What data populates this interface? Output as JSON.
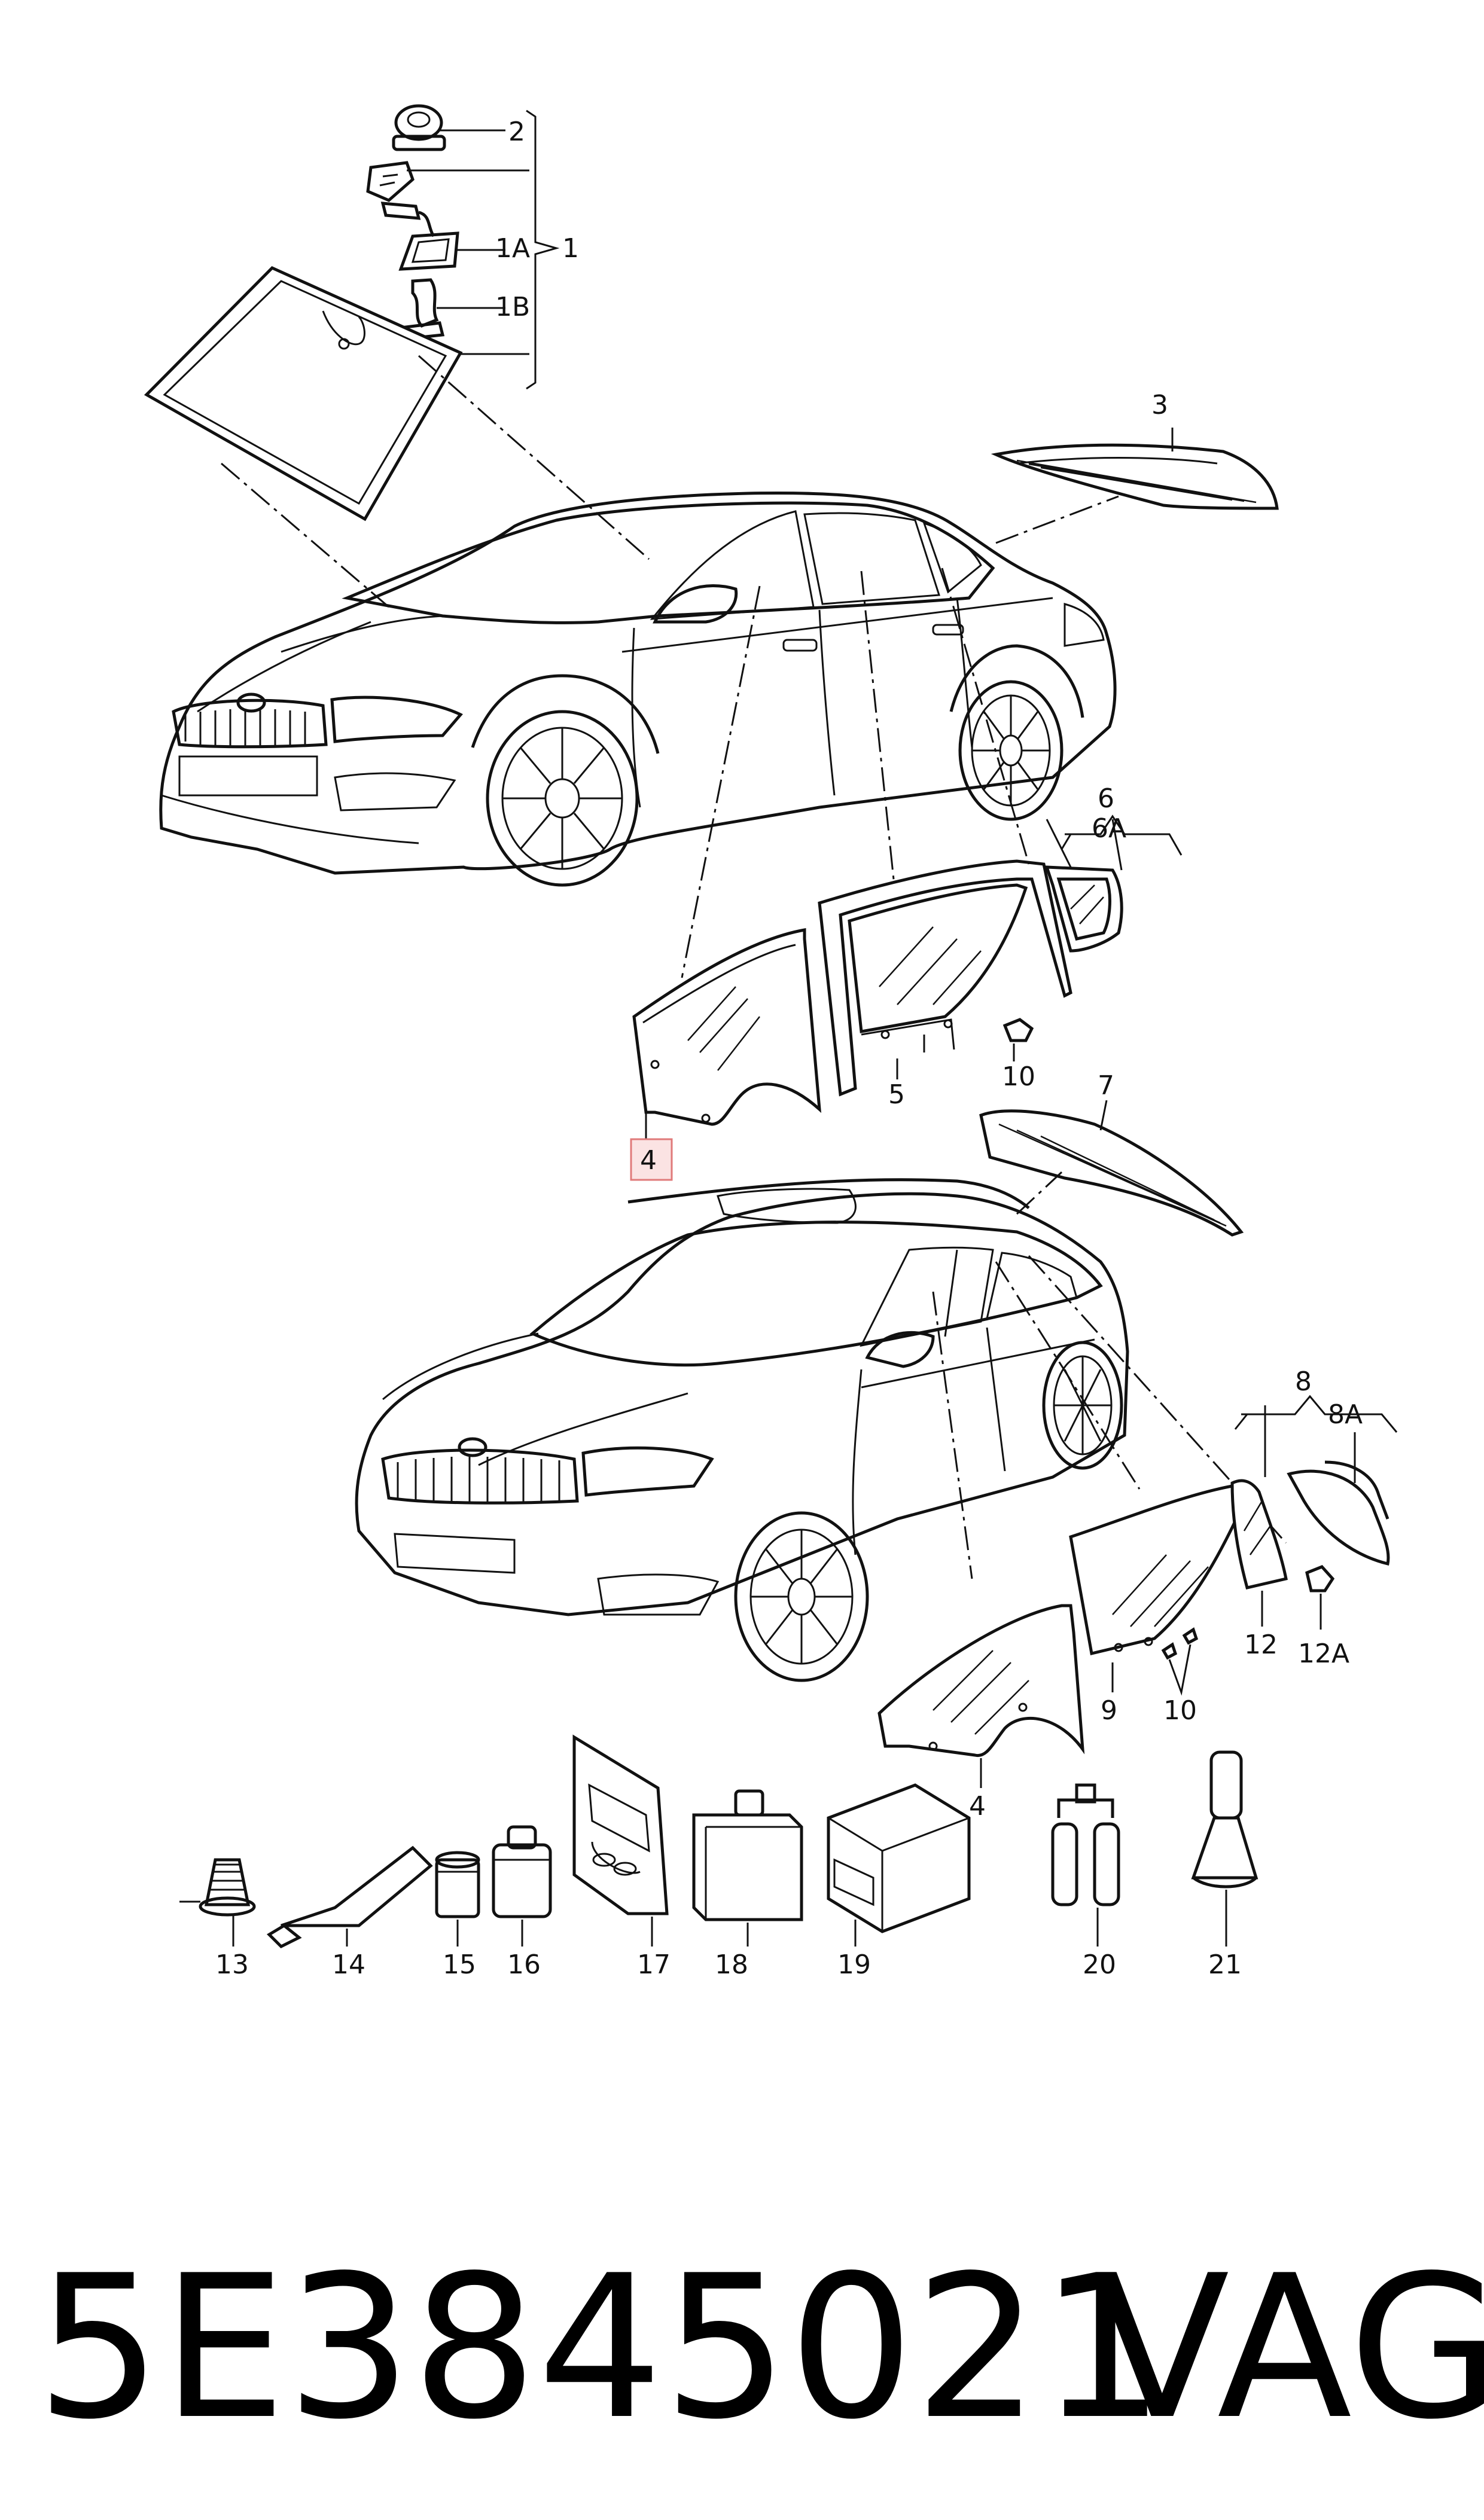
{
  "callouts": {
    "c1": "1",
    "c1A": "1A",
    "c1B": "1B",
    "c2": "2",
    "c3": "3",
    "c4_top": "4",
    "c4_bottom": "4",
    "c5": "5",
    "c6": "6",
    "c6A": "6A",
    "c7": "7",
    "c8": "8",
    "c8A": "8A",
    "c9": "9",
    "c10_top": "10",
    "c10_bottom": "10",
    "c12": "12",
    "c12A": "12A",
    "c13": "13",
    "c14": "14",
    "c15": "15",
    "c16": "16",
    "c17": "17",
    "c18": "18",
    "c19": "19",
    "c20": "20",
    "c21": "21"
  },
  "part_number": "5E3845021",
  "brand": "VAG",
  "colors": {
    "highlight_fill": "#fbe3e3",
    "highlight_stroke": "#e07a7a"
  }
}
